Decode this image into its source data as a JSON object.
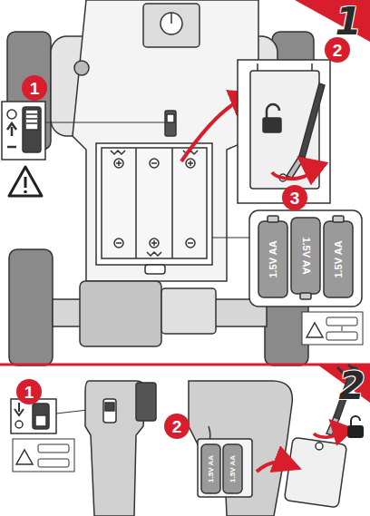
{
  "diagram": {
    "labels": [
      "1",
      "1",
      "2",
      "3",
      "1.5V AA",
      "1.5V AA",
      "1.5V AA",
      "2",
      "1",
      "2",
      "1.5V AA",
      "1.5V AA"
    ]
  }
}
